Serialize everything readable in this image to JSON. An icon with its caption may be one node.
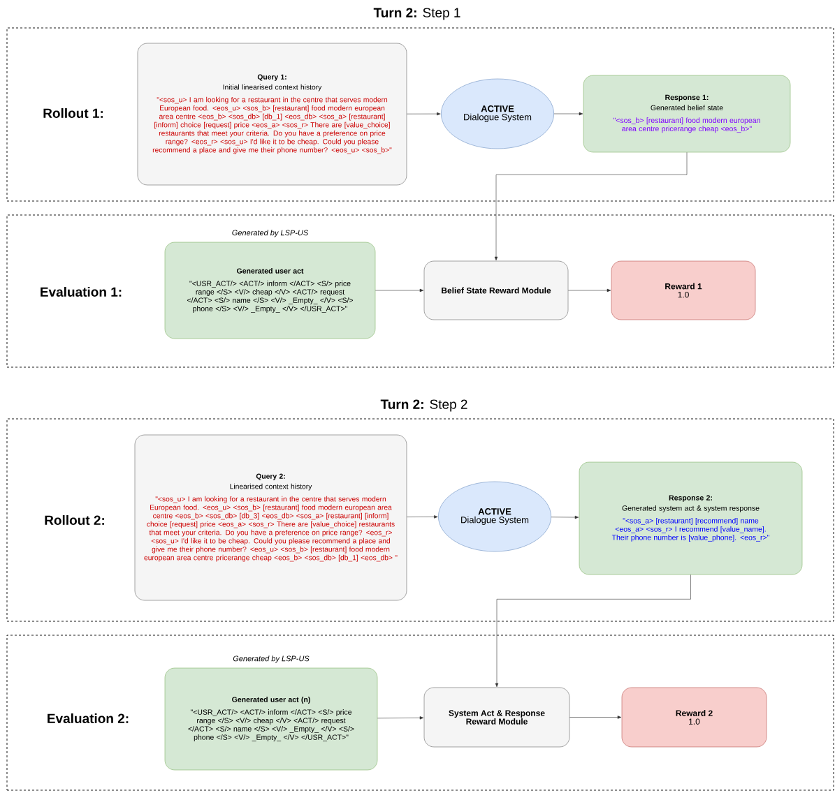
{
  "diagram": {
    "nodes": [
      {
        "text": [
          "Rollout 1:"
        ]
      },
      {
        "text": [
          "Query 1:",
          "Initial linearised context history",
          "\"<sos_u> I am looking for a restaurant in the centre that serves modern European food. <eos_u> <sos_b> [restaurant] food modern european area centre <eos_b> <sos_db> [db_1] <eos_db> <sos_a> [restaurant] [inform] choice [request] price <eos_a> <sos_r> There are [value_choice] restaurants that meet your criteria. Do you have a preference on price range? <eos_r> <sos_u> I'd like it to be cheap. Could you please recommend a place and give me their phone number? <eos_u> <sos_b>\""
        ],
        "in": 0
      },
      {
        "text": [
          "ACTIVE",
          "Dialogue System"
        ],
        "in": 0
      },
      {
        "text": [
          "Response 1:",
          "Generated belief state",
          "\"<sos_b> [restaurant] food modern european area centre pricerange cheap <eos_b>\""
        ],
        "in": 0
      },
      {
        "text": [
          "Evaluation 1:"
        ]
      },
      {
        "text": [
          "Generated user act",
          "\"<USR_ACT/> <ACT/> inform </ACT> <S/> price range </S> <V/> cheap </V> <ACT/> request </ACT> <S/> name </S> <V/> _Empty_ </V> <S/> phone </S> <V/> _Empty_ </V> </USR_ACT>\""
        ],
        "beside": [
          "Generated by LSP-US"
        ],
        "in": 4
      },
      {
        "text": [
          "Belief State Reward Module"
        ],
        "in": 4
      },
      {
        "text": [
          "Reward 1",
          "1.0"
        ],
        "in": 4
      },
      {
        "text": [
          "Rollout 2:"
        ]
      },
      {
        "text": [
          "Query 2:",
          "Linearised context history",
          "\"<sos_u> I am looking for a restaurant in the centre that serves modern European food. <eos_u> <sos_b> [restaurant] food modern european area centre <eos_b> <sos_db> [db_3] <eos_db> <sos_a> [restaurant] [inform] choice [request] price <eos_a> <sos_r> There are [value_choice] restaurants that meet your criteria. Do you have a preference on price range? <eos_r> <sos_u> I'd like it to be cheap. Could you please recommend a place and give me their phone number? <eos_u> <sos_b> [restaurant] food modern european area centre pricerange cheap <eos_b> <sos_db> [db_1] <eos_db> \""
        ],
        "in": 8
      },
      {
        "text": [
          "ACTIVE",
          "Dialogue System"
        ],
        "in": 8
      },
      {
        "text": [
          "Response 2:",
          "Generated system act & system response",
          "\"<sos_a> [restaurant] [recommend] name <eos_a> <sos_r> I recommend [value_name]. Their phone number is [value_phone]. <eos_r>\""
        ],
        "in": 8
      },
      {
        "text": [
          "Evaluation 2:"
        ]
      },
      {
        "text": [
          "Generated user act (n)",
          "\"<USR_ACT/> <ACT/> inform </ACT> <S/> price range </S> <V/> cheap </V> <ACT/> request </ACT> <S/> name </S> <V/> _Empty_ </V> <S/> phone </S> <V/> _Empty_ </V> </USR_ACT>\""
        ],
        "beside": [
          "Generated by LSP-US"
        ],
        "in": 12
      },
      {
        "text": [
          "System Act & Response Reward Module"
        ],
        "in": 12
      },
      {
        "text": [
          "Reward 2",
          "1.0"
        ],
        "in": 12
      }
    ],
    "edges": [
      {
        "from": 1,
        "to": 2,
        "arrow": "to"
      },
      {
        "from": 2,
        "to": 3,
        "arrow": "to"
      },
      {
        "from": 3,
        "to": 6,
        "arrow": "to"
      },
      {
        "from": 5,
        "to": 6,
        "arrow": "to"
      },
      {
        "from": 6,
        "to": 7,
        "arrow": "to"
      },
      {
        "from": 9,
        "to": 10,
        "arrow": "to"
      },
      {
        "from": 10,
        "to": 11,
        "arrow": "to"
      },
      {
        "from": 11,
        "to": 14,
        "arrow": "to"
      },
      {
        "from": 13,
        "to": 14,
        "arrow": "to"
      },
      {
        "from": 14,
        "to": 15,
        "arrow": "to"
      }
    ],
    "labels": [
      "**Turn 2:** Step 1",
      "**Turn 2:** Step 2"
    ]
  }
}
